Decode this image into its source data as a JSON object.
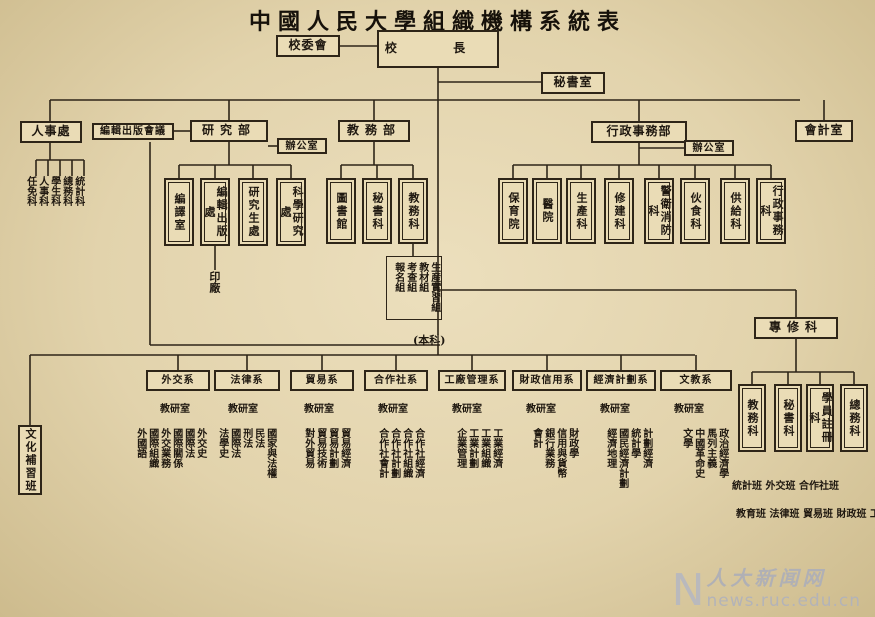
{
  "title": "中國人民大學組織機構系統表",
  "top": {
    "principal": "校 長",
    "council": "校委會",
    "secretariat": "秘書室"
  },
  "row1": {
    "personnel": "人事處",
    "research_dept": "研究部",
    "academic_affairs": "教務部",
    "general_affairs": "行政事務部",
    "accounting": "會計室",
    "publishing_committee": "編輯出版會議",
    "research_office": "辦公室",
    "admin_office": "辦公室"
  },
  "personnel_subs": [
    "任免科",
    "人事科",
    "學生科",
    "總務科",
    "統計科"
  ],
  "research_units": [
    "編譯室",
    "編輯出版處",
    "研究生處",
    "科學研究處"
  ],
  "printing": "印廠",
  "academic_units": [
    "圖書館",
    "秘書科",
    "教務科"
  ],
  "academic_sub": [
    "生産實習組",
    "教材組",
    "考查組",
    "報名組"
  ],
  "admin_units": [
    "保育院",
    "醫院",
    "生產科",
    "修建科",
    "警衛消防科",
    "伙食科",
    "供給科",
    "行政事務科"
  ],
  "cadre_school": "文化補習班",
  "undergrad": "(本科)",
  "depts": [
    "外交系",
    "法律系",
    "貿易系",
    "合作社系",
    "工廠管理系",
    "財政信用系",
    "經濟計劃系",
    "文教系"
  ],
  "dept_office": "教研室",
  "dept_subjects": [
    "外交史 國際法 國際關係 外交業務 國際組織 外國語",
    "國家與法權 民法 刑法 國際法 法學史",
    "貿易經濟 貿易計劃 貿易技術 對外貿易",
    "合作社經濟 合作社組織 合作社計劃 合作社會計",
    "工業經濟 工業組織 工業計劃 企業管理",
    "財政學 信用與貨幣 銀行業務 會計",
    "計劃經濟 統計學 國民經濟計劃 經濟地理",
    "政治經濟學 馬列主義 中國革命史 文學"
  ],
  "specialty": {
    "label": "專修科",
    "subs": [
      "教務科",
      "秘書科",
      "學員註冊科",
      "總務科"
    ],
    "lines": [
      "統計班 外交班 合作社班",
      "教育班 法律班 貿易班 財政班 工廠班"
    ]
  },
  "watermark": {
    "big": "N",
    "cn": "人大新闻网",
    "en": "news.ruc.edu.cn"
  }
}
